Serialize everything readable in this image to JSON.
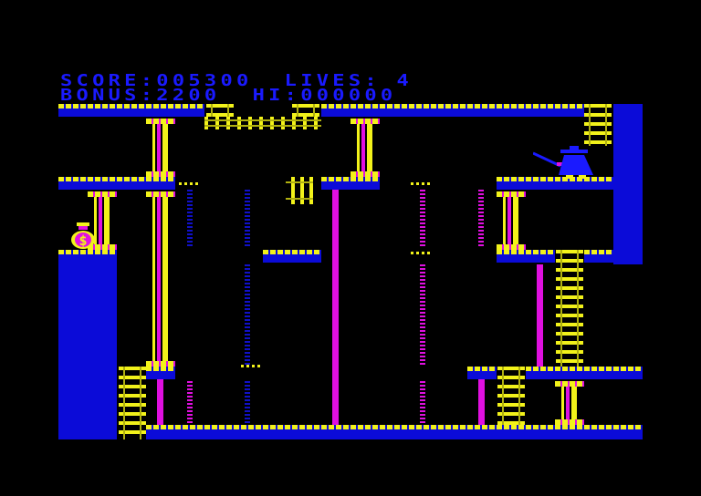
{
  "hud": {
    "score_label": "SCORE:",
    "score_value": "005300",
    "lives_label": "LIVES:",
    "lives_value": "4",
    "bonus_label": "BONUS:",
    "bonus_value": "2200",
    "hi_label": "HI:",
    "hi_value": "000000"
  },
  "treasure": {
    "symbol": "$",
    "icon": "money-bag-icon"
  },
  "player": {
    "icon": "caped-bandit-icon"
  },
  "colors": {
    "background": "#000000",
    "platform": "#0b0bd8",
    "platform_trim": "#f2f21a",
    "pillar": "#e010e0",
    "hud_text": "#1a1aff"
  }
}
